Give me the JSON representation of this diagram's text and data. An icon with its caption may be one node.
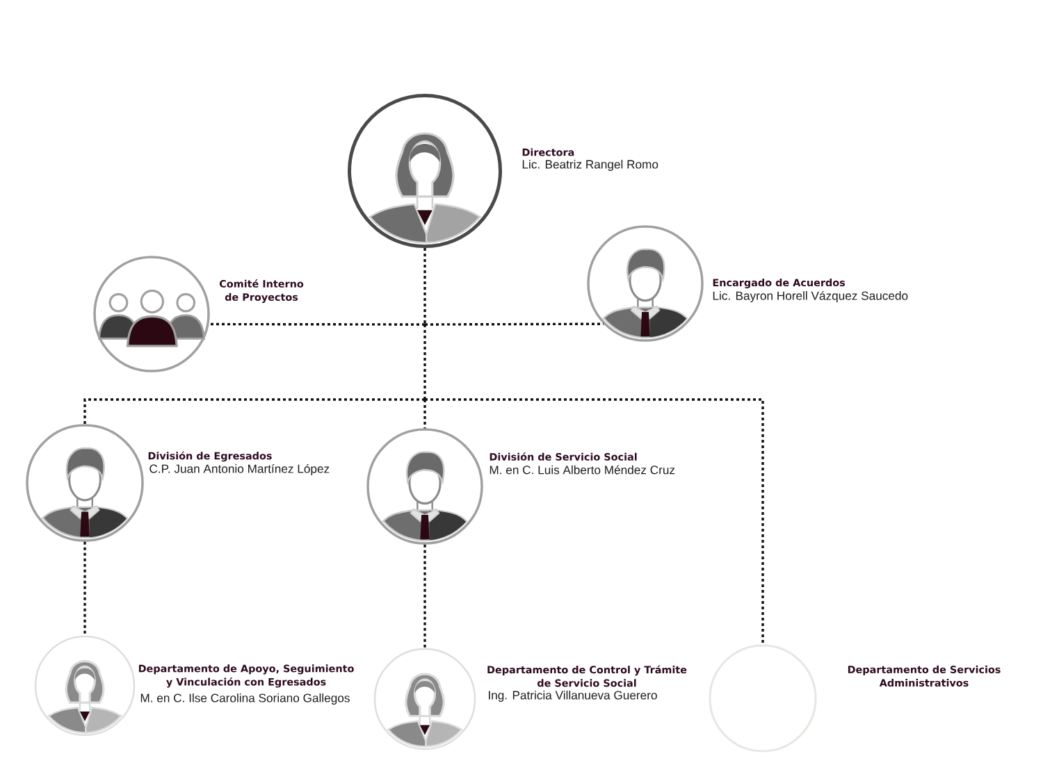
{
  "diagram": {
    "nodes": [
      {
        "text": [
          "Directora",
          "Lic. Beatriz Rangel Romo"
        ]
      },
      {
        "text": [
          "Comité Interno de Proyectos"
        ]
      },
      {
        "text": [
          "Encargado de Acuerdos",
          "Lic. Bayron Horell Vázquez Saucedo"
        ]
      },
      {
        "text": [
          "División de Egresados",
          "C.P. Juan Antonio Martínez López"
        ]
      },
      {
        "text": [
          "División de Servicio Social",
          "M. en C. Luis Alberto Méndez Cruz"
        ]
      },
      {
        "text": [
          "Departamento de Apoyo, Seguimiento y Vinculación con Egresados",
          "M. en C. Ilse Carolina Soriano Gallegos"
        ]
      },
      {
        "text": [
          "Departamento de Control y Trámite de Servicio Social",
          "Ing. Patricia Villanueva Guerero"
        ]
      },
      {
        "text": [
          "Departamento de Servicios Administrativos"
        ]
      }
    ],
    "edges": [
      {
        "from": 0,
        "to": 1,
        "arrow": "none"
      },
      {
        "from": 0,
        "to": 2,
        "arrow": "none"
      },
      {
        "from": 0,
        "to": 3,
        "arrow": "none"
      },
      {
        "from": 0,
        "to": 4,
        "arrow": "none"
      },
      {
        "from": 0,
        "to": 7,
        "arrow": "none"
      },
      {
        "from": 3,
        "to": 5,
        "arrow": "none"
      },
      {
        "from": 4,
        "to": 6,
        "arrow": "none"
      }
    ]
  }
}
